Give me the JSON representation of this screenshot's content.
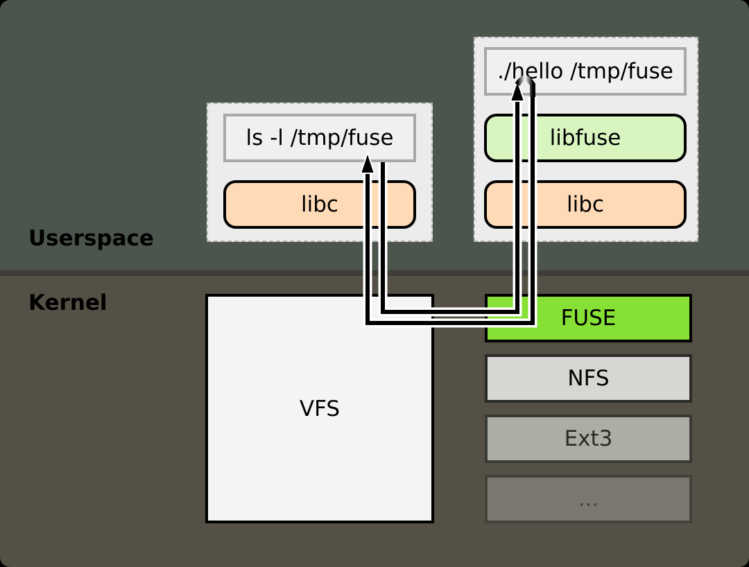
{
  "regions": {
    "userspace": "Userspace",
    "kernel": "Kernel"
  },
  "userspace": {
    "ls_process": {
      "command": "ls -l /tmp/fuse",
      "library": "libc"
    },
    "hello_process": {
      "command": "./hello /tmp/fuse",
      "libraries": [
        "libfuse",
        "libc"
      ]
    }
  },
  "kernel": {
    "vfs": "VFS",
    "filesystems": [
      "FUSE",
      "NFS",
      "Ext3",
      "..."
    ]
  },
  "colors": {
    "userspace_bg": "#4b554c",
    "kernel_bg": "#545045",
    "libc": "#ffdab7",
    "libfuse": "#d8f5c0",
    "fuse": "#86e035",
    "nfs": "#d7d6d2",
    "ext3": "#adaca5",
    "more": "#7c7870"
  }
}
